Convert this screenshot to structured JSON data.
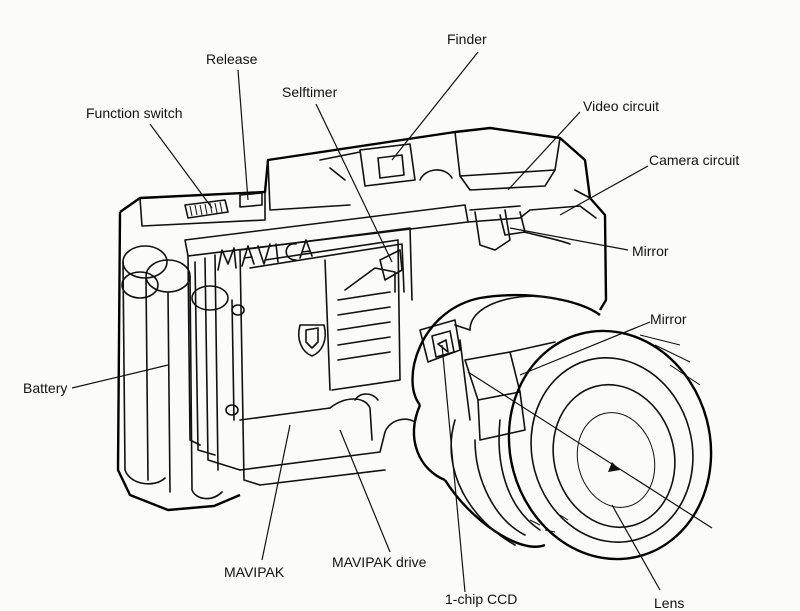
{
  "labels": {
    "finder": "Finder",
    "release": "Release",
    "selftimer": "Selftimer",
    "function_switch": "Function switch",
    "video_circuit": "Video circuit",
    "camera_circuit": "Camera circuit",
    "mirror_upper": "Mirror",
    "mirror_lower": "Mirror",
    "battery": "Battery",
    "mavipak": "MAVIPAK",
    "mavipak_drive": "MAVIPAK drive",
    "ccd": "1-chip CCD",
    "lens": "Lens"
  },
  "logo_text": "MAVICA"
}
